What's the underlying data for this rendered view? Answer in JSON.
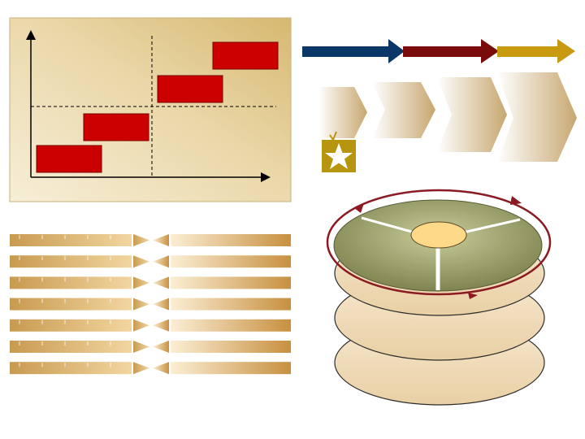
{
  "slide": {
    "background": "#ffffff"
  },
  "staircase_chart": {
    "panel_colors": [
      "#d6b870",
      "#f6eed7"
    ],
    "bar_color": "#cc0000",
    "axes": {
      "x": "right-arrow",
      "y": "up-arrow"
    },
    "divider_style": "dashed",
    "steps": 4
  },
  "arrow_timeline": {
    "segments": [
      {
        "color": "#0a3768"
      },
      {
        "color": "#7a0b0b"
      },
      {
        "color": "#c89a10"
      }
    ]
  },
  "chevron_process": {
    "count": 4,
    "gradient": [
      "#ffffff",
      "#c7a770"
    ]
  },
  "star_badge": {
    "icon": "star-icon",
    "color": "#b8950f"
  },
  "bar_rows": {
    "count": 7,
    "color": "#c89a50",
    "connector": "double-arrowheads-facing"
  },
  "layered_disc": {
    "layers": 3,
    "top_color": "#8a8f5c",
    "layer_color": "#f2dfc0",
    "cycle_ring_color": "#8b1a22",
    "sectors": 3,
    "hub_color": "#ffd98a"
  }
}
